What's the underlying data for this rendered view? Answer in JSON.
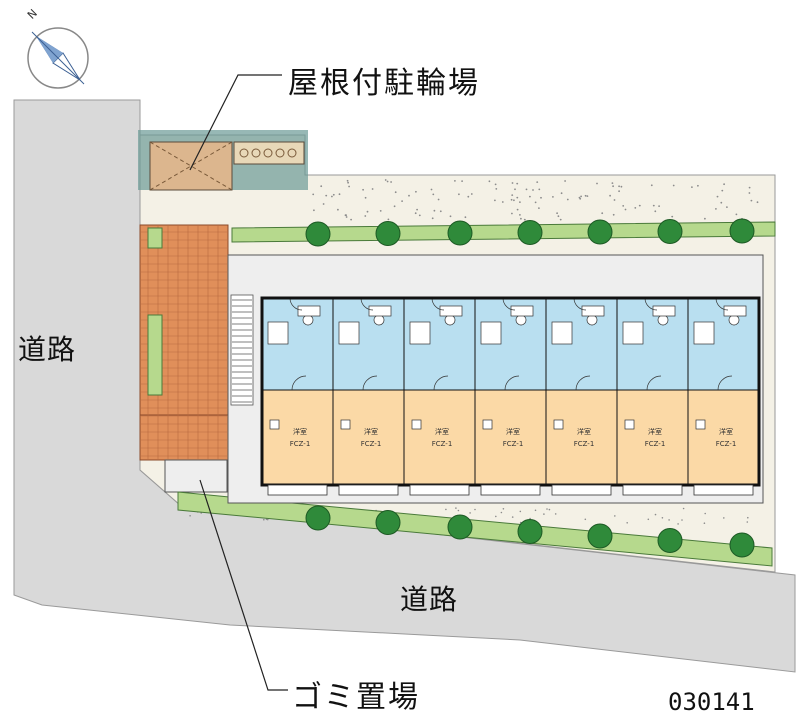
{
  "compass": {
    "north_label": "N",
    "icon": "compass-rose-icon"
  },
  "labels": {
    "road_left": "道路",
    "road_bottom": "道路",
    "roofed_bicycle_parking": "屋根付駐輪場",
    "garbage_area": "ゴミ置場",
    "property_code": "030141"
  },
  "units": [
    {
      "room_type": "洋室",
      "flooring": "FCZ-1"
    },
    {
      "room_type": "洋室",
      "flooring": "FCZ-1"
    },
    {
      "room_type": "洋室",
      "flooring": "FCZ-1"
    },
    {
      "room_type": "洋室",
      "flooring": "FCZ-1"
    },
    {
      "room_type": "洋室",
      "flooring": "FCZ-1"
    },
    {
      "room_type": "洋室",
      "flooring": "FCZ-1"
    },
    {
      "room_type": "洋室",
      "flooring": "FCZ-1"
    }
  ],
  "colors": {
    "road": "#d9d9d9",
    "site_gravel": "#f4f1e6",
    "paving_brick": "#e08f5a",
    "greenery": "#b6d98d",
    "tree": "#2f8a3a",
    "living_room": "#fbd9a6",
    "wet_area": "#b9dff0",
    "walls": "#111111",
    "corridor": "#eeeeee",
    "bike_shelter": "#dcb68e",
    "shadow": "#6b9a96"
  }
}
